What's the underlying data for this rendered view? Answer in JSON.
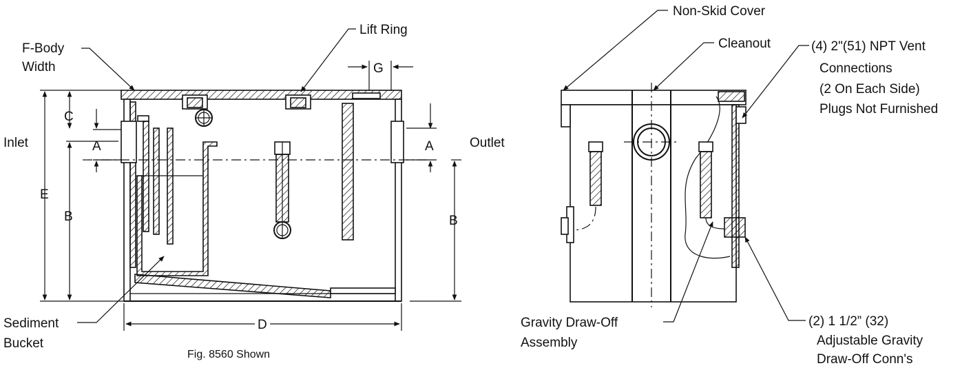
{
  "labels": {
    "f_body": [
      "F-Body",
      "Width"
    ],
    "lift_ring": "Lift Ring",
    "g": "G",
    "c": "C",
    "inlet": "Inlet",
    "a_left": "A",
    "a_right": "A",
    "outlet": "Outlet",
    "e": "E",
    "b_left": "B",
    "b_right": "B",
    "d": "D",
    "sediment": [
      "Sediment",
      "Bucket"
    ],
    "fig_caption": "Fig. 8560 Shown",
    "non_skid": "Non-Skid Cover",
    "cleanout": "Cleanout",
    "vent": [
      "(4) 2\"(51) NPT Vent",
      "Connections",
      "(2 On Each Side)",
      "Plugs Not Furnished"
    ],
    "gravity_assembly": [
      "Gravity Draw-Off",
      "Assembly"
    ],
    "adjustable": [
      "(2) 1 1/2” (32)",
      "Adjustable Gravity",
      "Draw-Off Conn's"
    ]
  }
}
